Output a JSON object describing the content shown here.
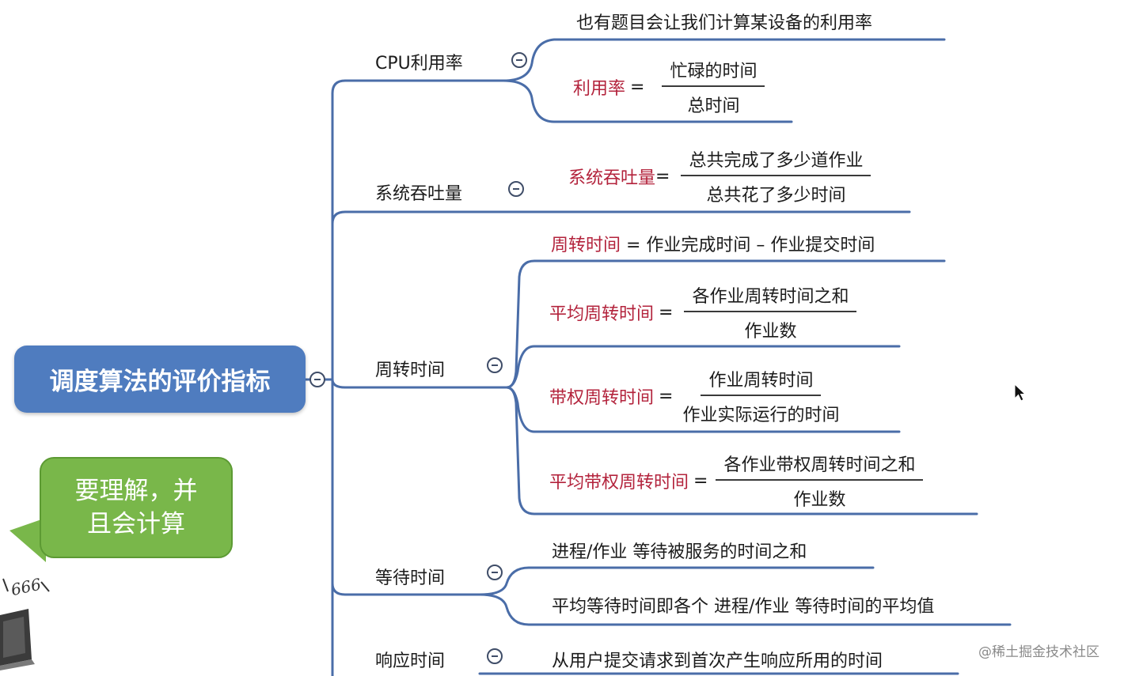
{
  "root": {
    "title": "调度算法的评价指标"
  },
  "bubble": {
    "line1": "要理解，并",
    "line2": "且会计算"
  },
  "sticker": {
    "text": "666"
  },
  "watermark": "@稀土掘金技术社区",
  "colors": {
    "root": "#4f7cbf",
    "bubble": "#79b74a",
    "highlight": "#b3233c",
    "branch_line": "#4a6da8"
  },
  "branches": [
    {
      "label": "CPU利用率",
      "children": [
        {
          "text": "也有题目会让我们计算某设备的利用率"
        },
        {
          "term": "利用率",
          "op": "=",
          "numerator": "忙碌的时间",
          "denominator": "总时间"
        }
      ]
    },
    {
      "label": "系统吞吐量",
      "children": [
        {
          "term": "系统吞吐量",
          "op": "=",
          "numerator": "总共完成了多少道作业",
          "denominator": "总共花了多少时间"
        }
      ]
    },
    {
      "label": "周转时间",
      "children": [
        {
          "term": "周转时间",
          "rest": " = 作业完成时间 – 作业提交时间"
        },
        {
          "term": "平均周转时间",
          "op": "=",
          "numerator": "各作业周转时间之和",
          "denominator": "作业数"
        },
        {
          "term": "带权周转时间",
          "op": "=",
          "numerator": "作业周转时间",
          "denominator": "作业实际运行的时间"
        },
        {
          "term": "平均带权周转时间",
          "op": "=",
          "numerator": "各作业带权周转时间之和",
          "denominator": "作业数"
        }
      ]
    },
    {
      "label": "等待时间",
      "children": [
        {
          "text": "进程/作业 等待被服务的时间之和"
        },
        {
          "text": "平均等待时间即各个 进程/作业 等待时间的平均值"
        }
      ]
    },
    {
      "label": "响应时间",
      "children": [
        {
          "text": "从用户提交请求到首次产生响应所用的时间"
        }
      ]
    }
  ]
}
